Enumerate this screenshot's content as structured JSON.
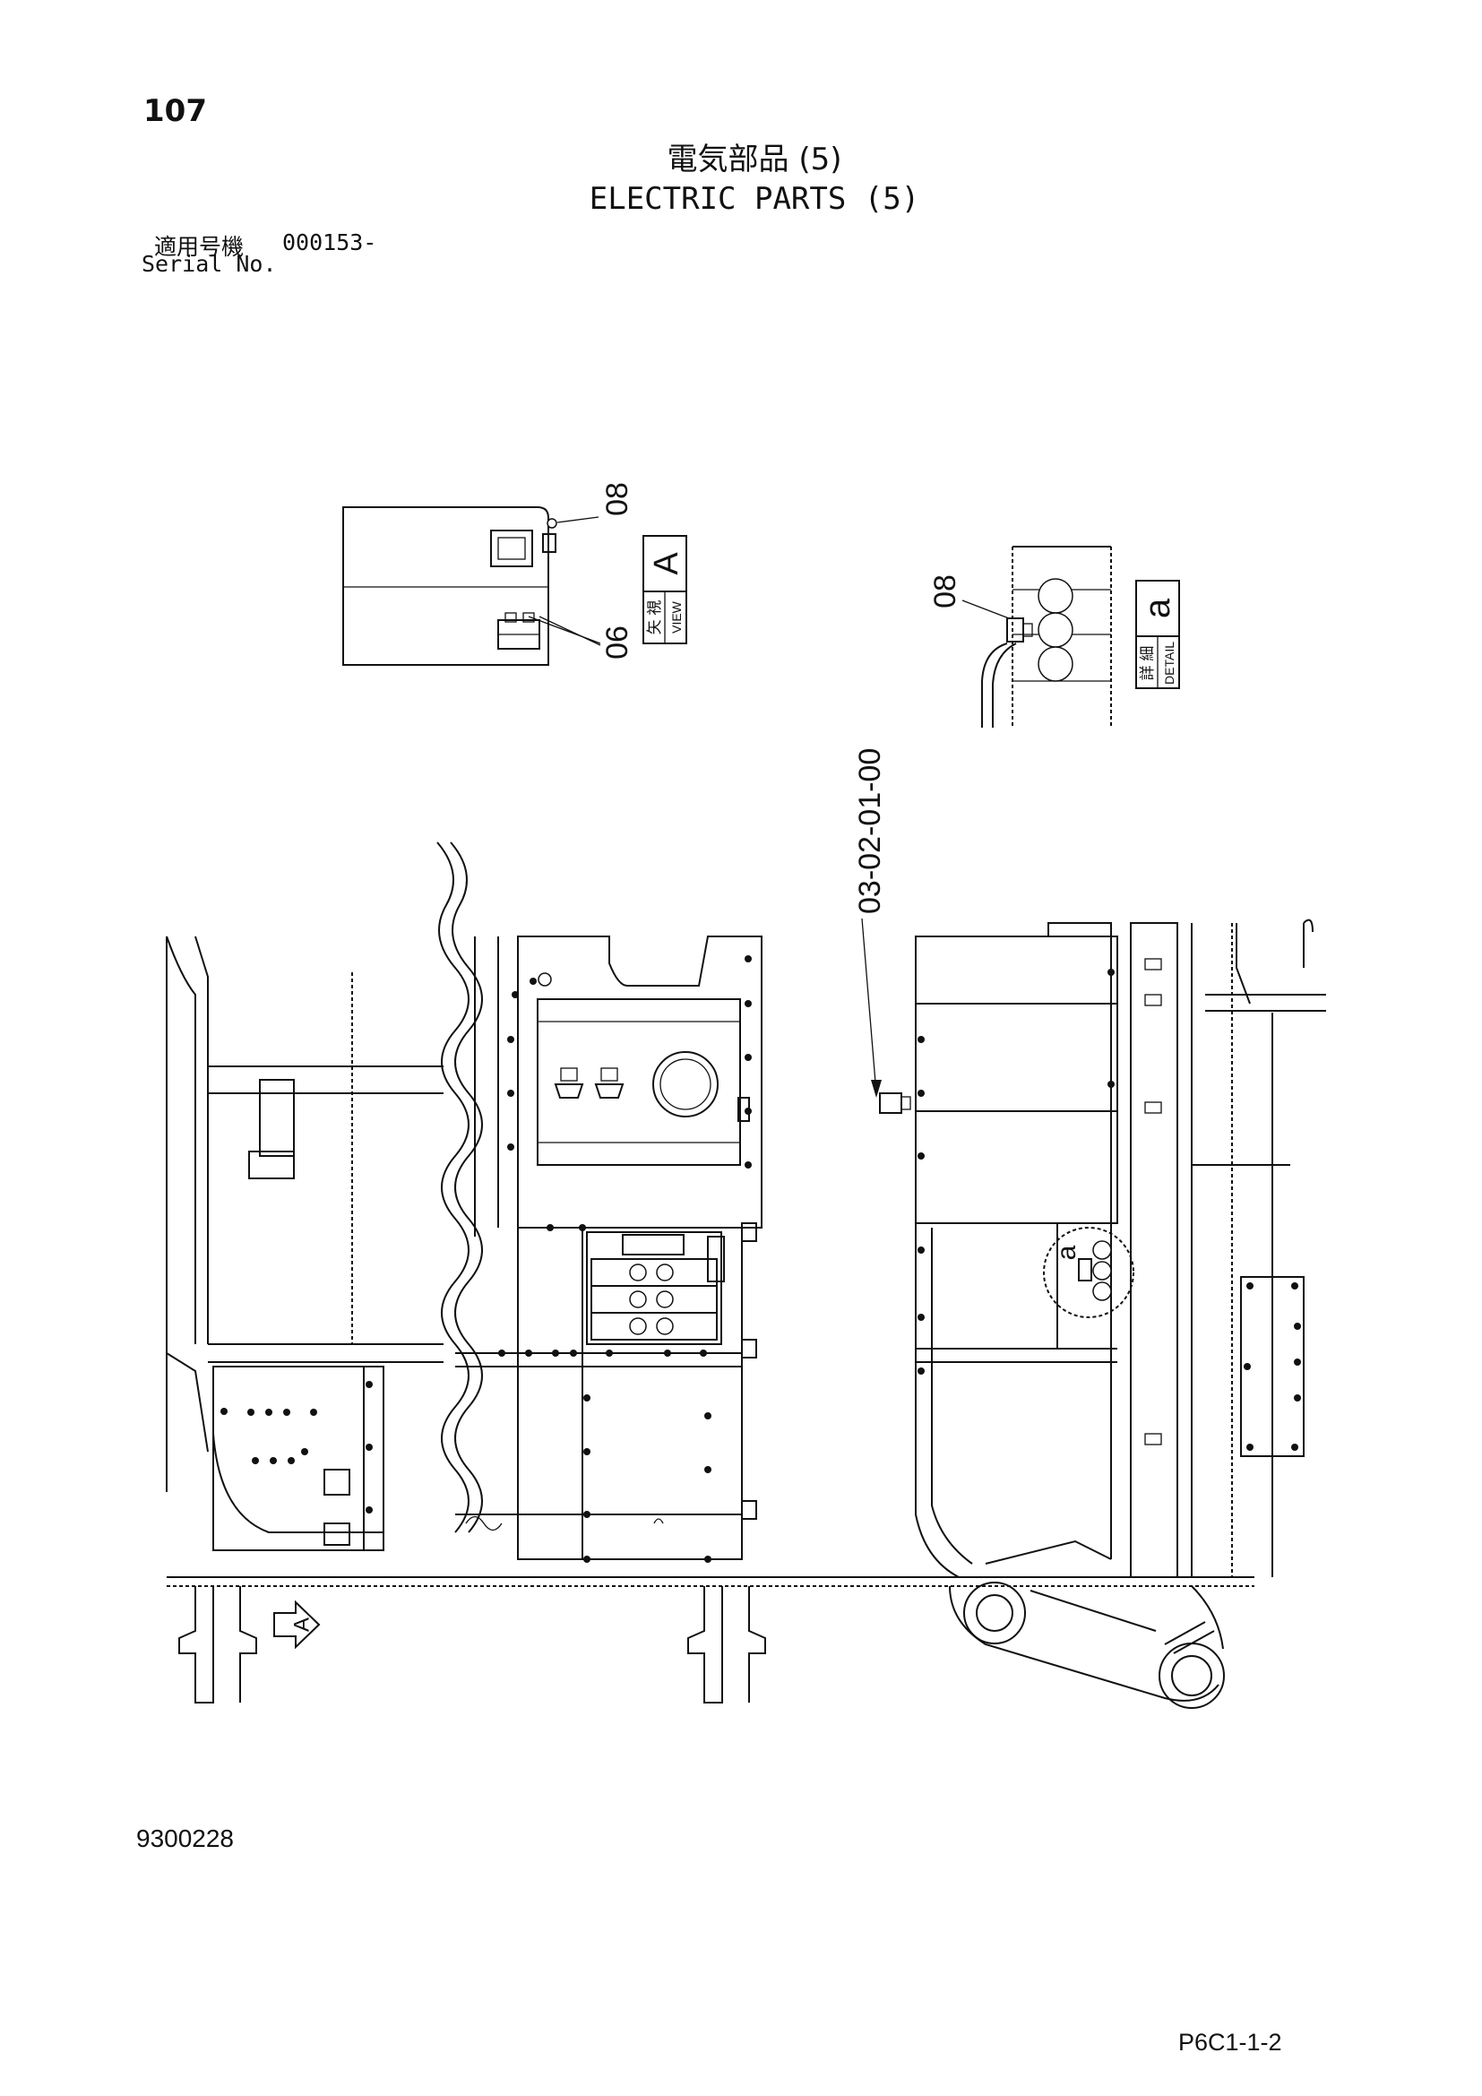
{
  "header": {
    "page_number": "107",
    "title_jp": "電気部品 (5)",
    "title_en": "ELECTRIC PARTS (5)",
    "serial_label_jp": "適用号機",
    "serial_value": "000153-",
    "serial_label_en": "Serial No."
  },
  "view_a": {
    "callout_top": "08",
    "callout_bottom": "06",
    "tag_letter": "A",
    "tag_jp": "矢 視",
    "tag_en": "VIEW"
  },
  "detail_a": {
    "callout": "08",
    "tag_letter": "a",
    "tag_jp": "詳 細",
    "tag_en": "DETAIL"
  },
  "main_view": {
    "callout_numbers": "03-02-01-00",
    "detail_marker": "a",
    "view_arrow_letter": "A"
  },
  "footer": {
    "doc_number": "9300228",
    "sheet_code": "P6C1-1-2"
  }
}
